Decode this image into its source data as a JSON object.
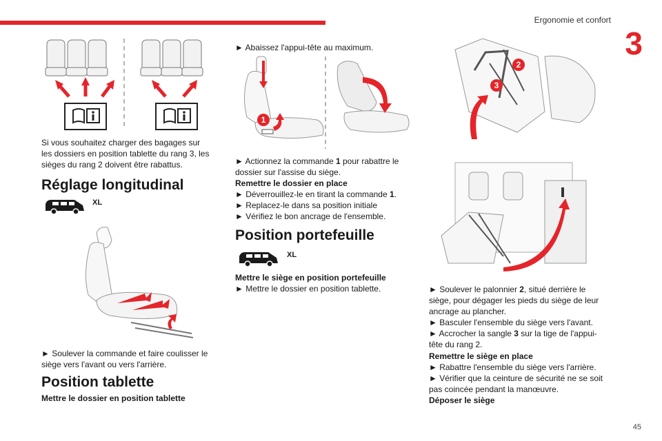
{
  "header": {
    "chapter_title": "Ergonomie et confort",
    "chapter_number": "3",
    "page_number": "45"
  },
  "colors": {
    "accent": "#e4252a",
    "text": "#1a1a1a"
  },
  "col1": {
    "intro_lines": [
      "Si vous souhaitez charger des bagages sur",
      "les dossiers en position tablette du rang 3, les",
      "sièges du rang 2 doivent être rabattus."
    ],
    "section1_title": "Réglage longitudinal",
    "section1_badge": "XL",
    "section1_step_lines": [
      "► Soulever la commande et faire coulisser le",
      "siège vers l'avant ou vers l'arrière."
    ],
    "section2_title": "Position tablette",
    "section2_subtitle": "Mettre le dossier en position tablette"
  },
  "col2": {
    "step_headrest": "► Abaissez l'appui-tête au maximum.",
    "callout_1": "1",
    "step_control": {
      "pre": "► Actionnez la commande ",
      "num": "1",
      "post": " pour rabattre le",
      "line2": "dossier sur l'assise du siège."
    },
    "restore_title": "Remettre le dossier en place",
    "restore_step1": {
      "pre": "► Déverrouillez-le en tirant la commande ",
      "num": "1",
      "post": "."
    },
    "restore_step2": "► Replacez-le dans sa position initiale",
    "restore_step3": "► Vérifiez le bon ancrage de l'ensemble.",
    "section_title": "Position portefeuille",
    "section_badge": "XL",
    "portfolio_subtitle": "Mettre le siège en position portefeuille",
    "portfolio_step": "► Mettre le dossier en position tablette."
  },
  "col3": {
    "callout_2": "2",
    "callout_3": "3",
    "step_lift": {
      "pre": "► Soulever le palonnier ",
      "num": "2",
      "post": ", situé derrière le",
      "line2": "siège, pour dégager les pieds du siège de leur",
      "line3": "ancrage au plancher."
    },
    "step_tilt": "► Basculer l'ensemble du siège vers l'avant.",
    "step_strap": {
      "pre": "► Accrocher la sangle ",
      "num": "3",
      "post": " sur la tige de l'appui-",
      "line2": "tête du rang 2."
    },
    "restore_title": "Remettre le siège en place",
    "restore_step1": "► Rabattre l'ensemble du siège vers l'arrière.",
    "restore_step2_lines": [
      "► Vérifier que la ceinture de sécurité ne se soit",
      "pas coincée pendant la manœuvre."
    ],
    "remove_title": "Déposer le siège"
  }
}
